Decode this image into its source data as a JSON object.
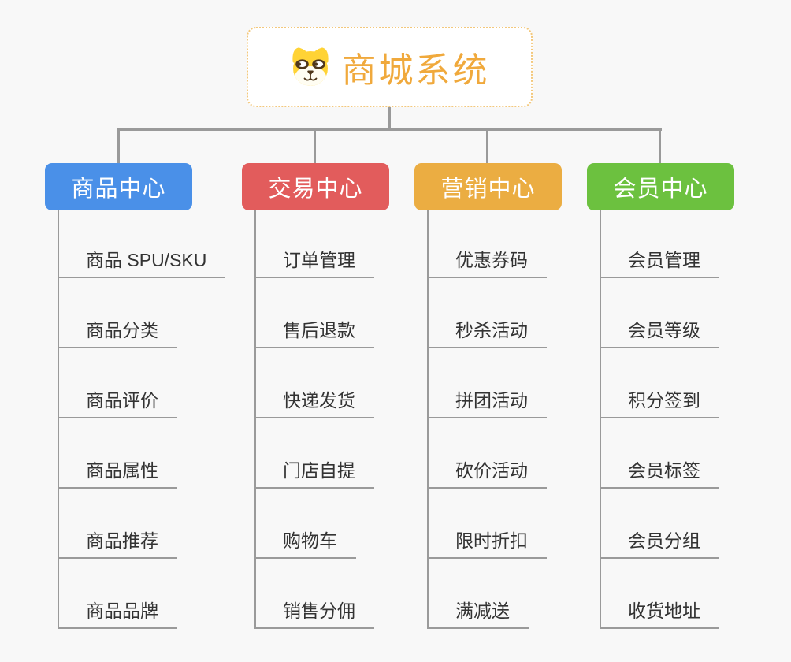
{
  "root": {
    "title": "商城系统",
    "icon": "dog-face-icon",
    "title_color": "#f0a93c",
    "border_color": "#f3c87c"
  },
  "branches": [
    {
      "label": "商品中心",
      "color": "#4a90e8",
      "items": [
        "商品 SPU/SKU",
        "商品分类",
        "商品评价",
        "商品属性",
        "商品推荐",
        "商品品牌"
      ]
    },
    {
      "label": "交易中心",
      "color": "#e25c5c",
      "items": [
        "订单管理",
        "售后退款",
        "快递发货",
        "门店自提",
        "购物车",
        "销售分佣"
      ]
    },
    {
      "label": "营销中心",
      "color": "#ebad42",
      "items": [
        "优惠券码",
        "秒杀活动",
        "拼团活动",
        "砍价活动",
        "限时折扣",
        "满减送"
      ]
    },
    {
      "label": "会员中心",
      "color": "#6cc13f",
      "items": [
        "会员管理",
        "会员等级",
        "积分签到",
        "会员标签",
        "会员分组",
        "收货地址"
      ]
    }
  ]
}
